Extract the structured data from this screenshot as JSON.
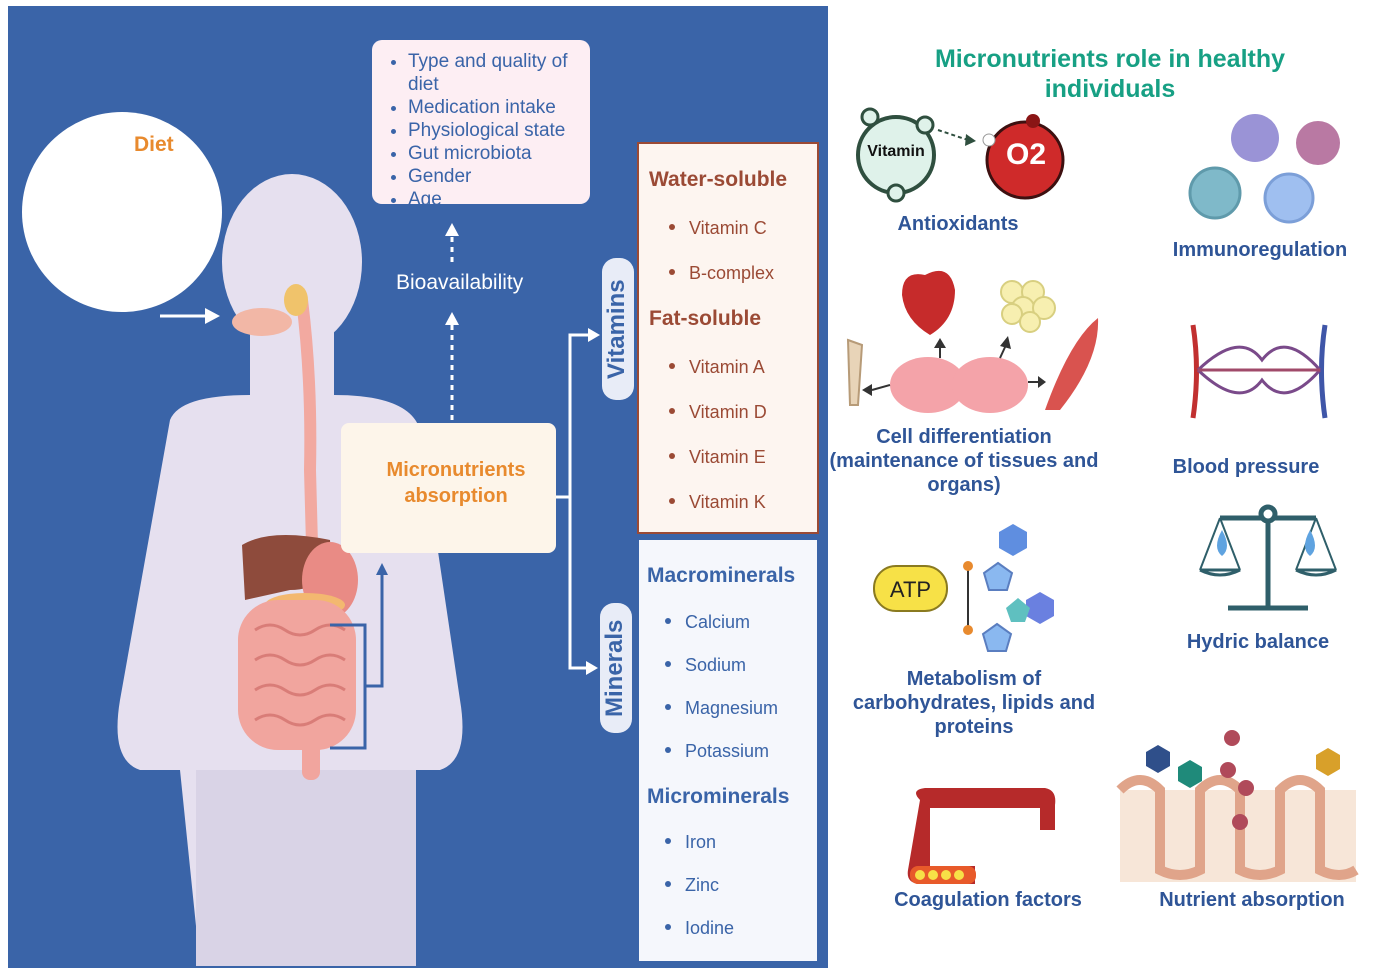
{
  "diet": {
    "label": "Diet"
  },
  "factors": [
    "Type and quality of diet",
    "Medication intake",
    "Physiological state",
    "Gut microbiota",
    "Gender",
    "Age"
  ],
  "bioavailability_label": "Bioavailability",
  "absorption_label_line1": "Micronutrients",
  "absorption_label_line2": "absorption",
  "vitamins": {
    "side_label": "Vitamins",
    "water_soluble_heading": "Water-soluble",
    "water_soluble": [
      "Vitamin C",
      "B-complex"
    ],
    "fat_soluble_heading": "Fat-soluble",
    "fat_soluble": [
      "Vitamin A",
      "Vitamin D",
      "Vitamin E",
      "Vitamin K"
    ]
  },
  "minerals": {
    "side_label": "Minerals",
    "macro_heading": "Macrominerals",
    "macro": [
      "Calcium",
      "Sodium",
      "Magnesium",
      "Potassium"
    ],
    "micro_heading": "Microminerals",
    "micro": [
      "Iron",
      "Zinc",
      "Iodine"
    ]
  },
  "roles": {
    "title_line1": "Micronutrients role in healthy",
    "title_line2": "individuals",
    "antioxidants": "Antioxidants",
    "vitamin_badge": "Vitamin",
    "o2_label": "O2",
    "immunoregulation": "Immunoregulation",
    "cell_diff_line1": "Cell differentiation",
    "cell_diff_line2": "(maintenance of tissues and",
    "cell_diff_line3": "organs)",
    "blood_pressure": "Blood pressure",
    "atp_label": "ATP",
    "metabolism_line1": "Metabolism of",
    "metabolism_line2": "carbohydrates, lipids and",
    "metabolism_line3": "proteins",
    "hydric_balance": "Hydric balance",
    "coagulation": "Coagulation factors",
    "nutrient_absorption": "Nutrient absorption"
  },
  "colors": {
    "left_bg": "#3a64a8",
    "accent_orange": "#e88a2e",
    "vitamin_brown": "#9b4a35",
    "title_teal": "#17a084",
    "role_blue": "#2f5597"
  }
}
